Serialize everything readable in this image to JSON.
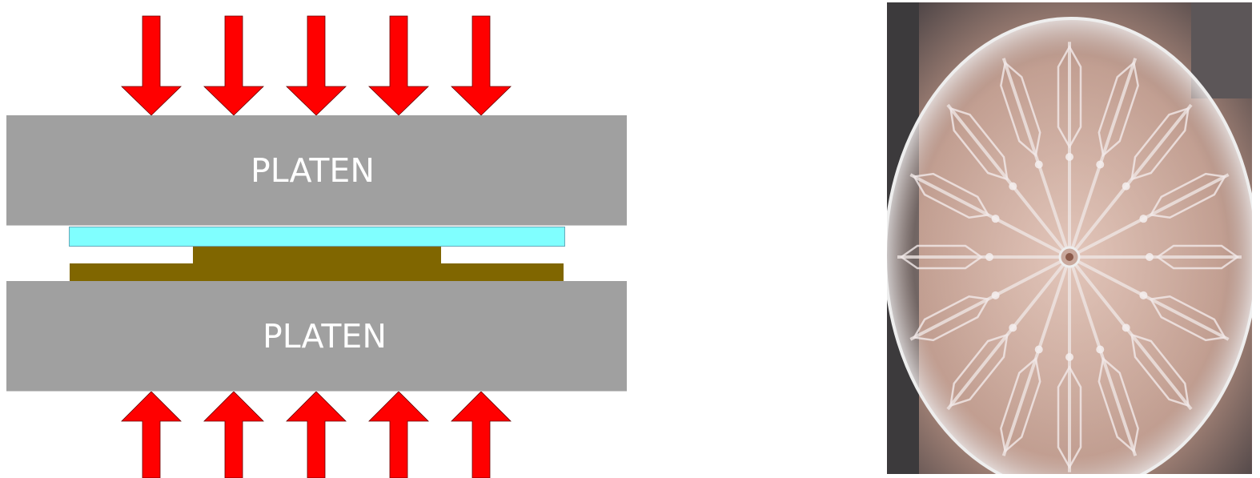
{
  "diagram": {
    "top_platen_label": "PLATEN",
    "bottom_platen_label": "PLATEN",
    "arrow_count_top": 5,
    "arrow_count_bottom": 5,
    "colors": {
      "arrow": "#ff0000",
      "platen": "#a0a0a0",
      "cover_layer": "#80ffff",
      "mold_layer": "#806600"
    }
  },
  "photo": {
    "channel_arms": 16
  }
}
